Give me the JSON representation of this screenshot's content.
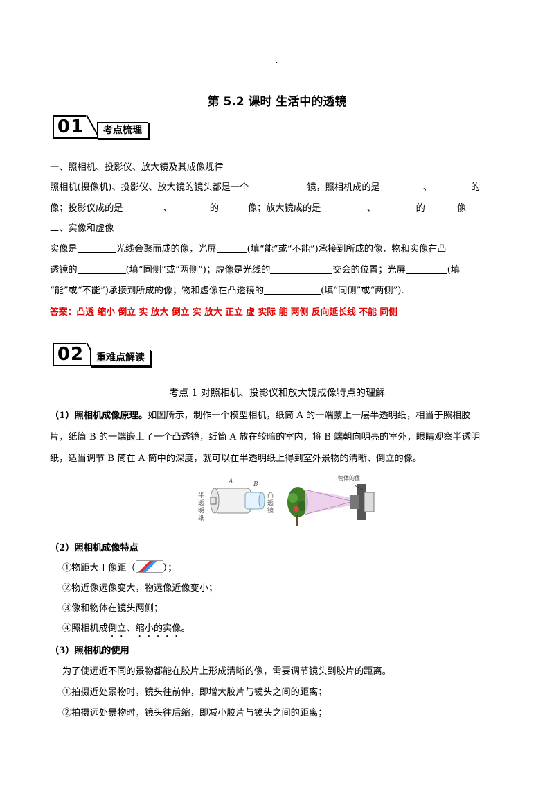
{
  "header_mark": "·",
  "title": "第 5.2 课时  生活中的透镜",
  "section1": {
    "num": "01",
    "label": "考点梳理"
  },
  "section2": {
    "num": "02",
    "label": "重难点解读"
  },
  "part1_heading": "一、照相机、投影仪、放大镜及其成像规律",
  "p1": {
    "a": "照相机(摄像机)、投影仪、放大镜的镜头都是一个",
    "b": "镜，照相机成的是",
    "c": "、",
    "d": "的",
    "e": "像；投影仪成的是",
    "f": "、",
    "g": "的",
    "h": "像；放大镜成的是",
    "i": "、",
    "j": "的",
    "k": "像"
  },
  "part2_heading": "二、实像和虚像",
  "p2": {
    "a": "实像是",
    "b": "光线会聚而成的像，光屏",
    "c": "(填“能”或“不能”)承接到所成的像，物和实像在凸",
    "d": "透镜的",
    "e": "(填“同侧”或“两侧”)；虚像是光线的",
    "f": "交会的位置；光屏",
    "g": "(填",
    "h": "“能”或“不能”)承接到所成的像；物和虚像在凸透镜的",
    "i": "(填“同侧”或“两侧”)."
  },
  "answer": "答案：凸透  缩小  倒立  实  放大  倒立  实  放大  正立  虚  实际  能  两侧  反向延长线  不能  同侧",
  "kp1_title": "考点 1 对照相机、投影仪和放大镜成像特点的理解",
  "c1": {
    "lead": "（1）照相机成像原理。",
    "t1": "如图所示，制作一个模型相机，纸筒 A 的一端蒙上一层半透明纸，相当于照相胶",
    "t2": "片，纸筒 B 的一端嵌上了一个凸透镜，纸筒 A 放在较暗的室内，将 B 端朝向明亮的室外，眼睛观察半透明",
    "t3": "纸，适当调节 B 筒在 A 筒中的深度，就可以在半透明纸上得到室外景物的清晰、倒立的像。"
  },
  "fig": {
    "paper_label": "半透明纸",
    "a_label": "A",
    "b_label": "B",
    "lens_label": "凸透镜",
    "obj_label": "物体的像"
  },
  "c2": {
    "head": "（2）照相机成像特点",
    "i1a": "①物距大于像距（",
    "i1b": "）；",
    "i2": "②物近像远像变大，物远像近像变小；",
    "i3": "③像和物体在镜头两侧；",
    "i4a": "④照相机成",
    "i4b": "倒立、缩小的实像",
    "i4c": "。"
  },
  "c3": {
    "head": "（3）照相机的使用",
    "t1": "为了使远近不同的景物都能在胶片上形成清晰的像，需要调节镜头到胶片的距离。",
    "t2": "①拍摄近处景物时，镜头往前伸，即增大胶片与镜头之间的距离；",
    "t3": "②拍摄远处景物时，镜头往后缩，即减小胶片与镜头之间的距离；"
  }
}
